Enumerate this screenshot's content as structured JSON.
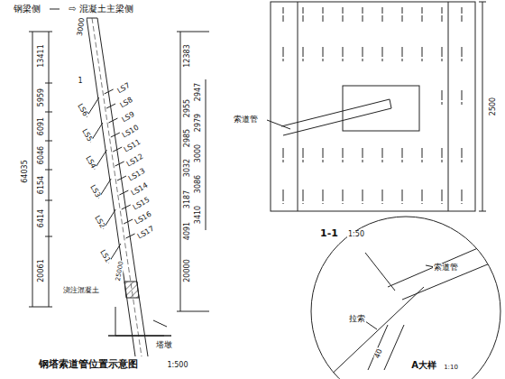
{
  "diagram": {
    "labels": [
      "钢梁侧",
      "⇨ 混凝土主梁侧",
      "3000",
      "13411",
      "5959",
      "6091",
      "6046",
      "6154",
      "6414",
      "20061",
      "64035",
      "12383",
      "2947",
      "2955",
      "2979",
      "2985",
      "3000",
      "3032",
      "3086",
      "3187",
      "3410",
      "4091",
      "20000",
      "1",
      "LS7",
      "LS8",
      "LS9",
      "LS10",
      "LS11",
      "LS12",
      "LS13",
      "LS14",
      "LS15",
      "LS16",
      "LS17",
      "LS6",
      "LS5",
      "LS4",
      "LS3",
      "LS2",
      "LS1",
      "浇注混凝土",
      "25000",
      "塔墩",
      "钢塔索道管位置示意图",
      "1:500",
      "索道管",
      "1-1",
      "1:50",
      "2500",
      "索道管",
      "拉索",
      "40",
      "A大样",
      "1:10"
    ]
  }
}
